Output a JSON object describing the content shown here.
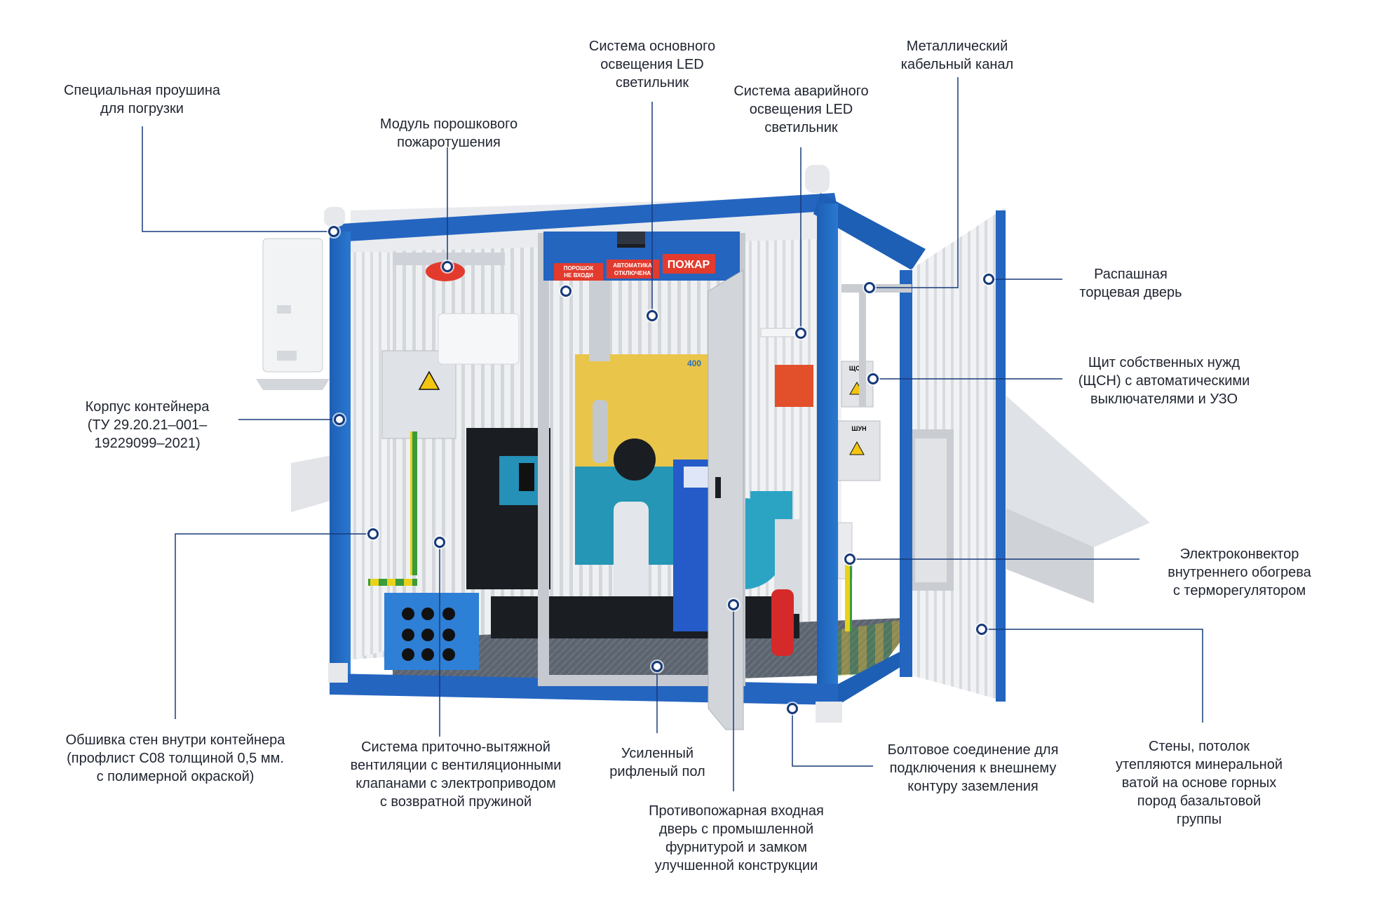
{
  "signs": {
    "powder": [
      "ПОРОШОК",
      "НЕ ВХОДИ"
    ],
    "auto": [
      "АВТОМАТИКА",
      "ОТКЛЮЧЕНА"
    ],
    "fire": "ПОЖАР",
    "panel_1": "ЩСН",
    "panel_2": "ШУН",
    "generator_badge": "400"
  },
  "callouts": [
    {
      "id": "lifting-eye",
      "lines": [
        "Специальная проушина",
        "для погрузки"
      ]
    },
    {
      "id": "powder-fire-module",
      "lines": [
        "Модуль порошкового",
        "пожаротушения"
      ]
    },
    {
      "id": "main-led-lighting",
      "lines": [
        "Система основного",
        "освещения LED",
        "светильник"
      ]
    },
    {
      "id": "emergency-led-lighting",
      "lines": [
        "Система аварийного",
        "освещения LED",
        "светильник"
      ]
    },
    {
      "id": "cable-channel",
      "lines": [
        "Металлический",
        "кабельный канал"
      ]
    },
    {
      "id": "end-swing-door",
      "lines": [
        "Распашная",
        "торцевая дверь"
      ]
    },
    {
      "id": "auxiliary-panel",
      "lines": [
        "Щит собственных нужд",
        "(ЩСН) с автоматическими",
        "выключателями и УЗО"
      ]
    },
    {
      "id": "container-body",
      "lines": [
        "Корпус контейнера",
        "(ТУ 29.20.21–001–",
        "19229099–2021)"
      ]
    },
    {
      "id": "electric-convector",
      "lines": [
        "Электроконвектор",
        "внутреннего обогрева",
        "с терморегулятором"
      ]
    },
    {
      "id": "wall-cladding",
      "lines": [
        "Обшивка стен внутри контейнера",
        "(профлист С08 толщиной 0,5 мм.",
        "с полимерной окраской)"
      ]
    },
    {
      "id": "ventilation-system",
      "lines": [
        "Система приточно-вытяжной",
        "вентиляции с вентиляционными",
        "клапанами с электроприводом",
        "с возвратной пружиной"
      ]
    },
    {
      "id": "reinforced-floor",
      "lines": [
        "Усиленный",
        "рифленый пол"
      ]
    },
    {
      "id": "fire-entry-door",
      "lines": [
        "Противопожарная входная",
        "дверь с промышленной",
        "фурнитурой и замком",
        "улучшенной конструкции"
      ]
    },
    {
      "id": "grounding-bolt",
      "lines": [
        "Болтовое соединение для",
        "подключения к внешнему",
        "контуру заземления"
      ]
    },
    {
      "id": "insulation",
      "lines": [
        "Стены, потолок",
        "утепляются минеральной",
        "ватой на основе горных",
        "пород базальтовой",
        "группы"
      ]
    }
  ]
}
